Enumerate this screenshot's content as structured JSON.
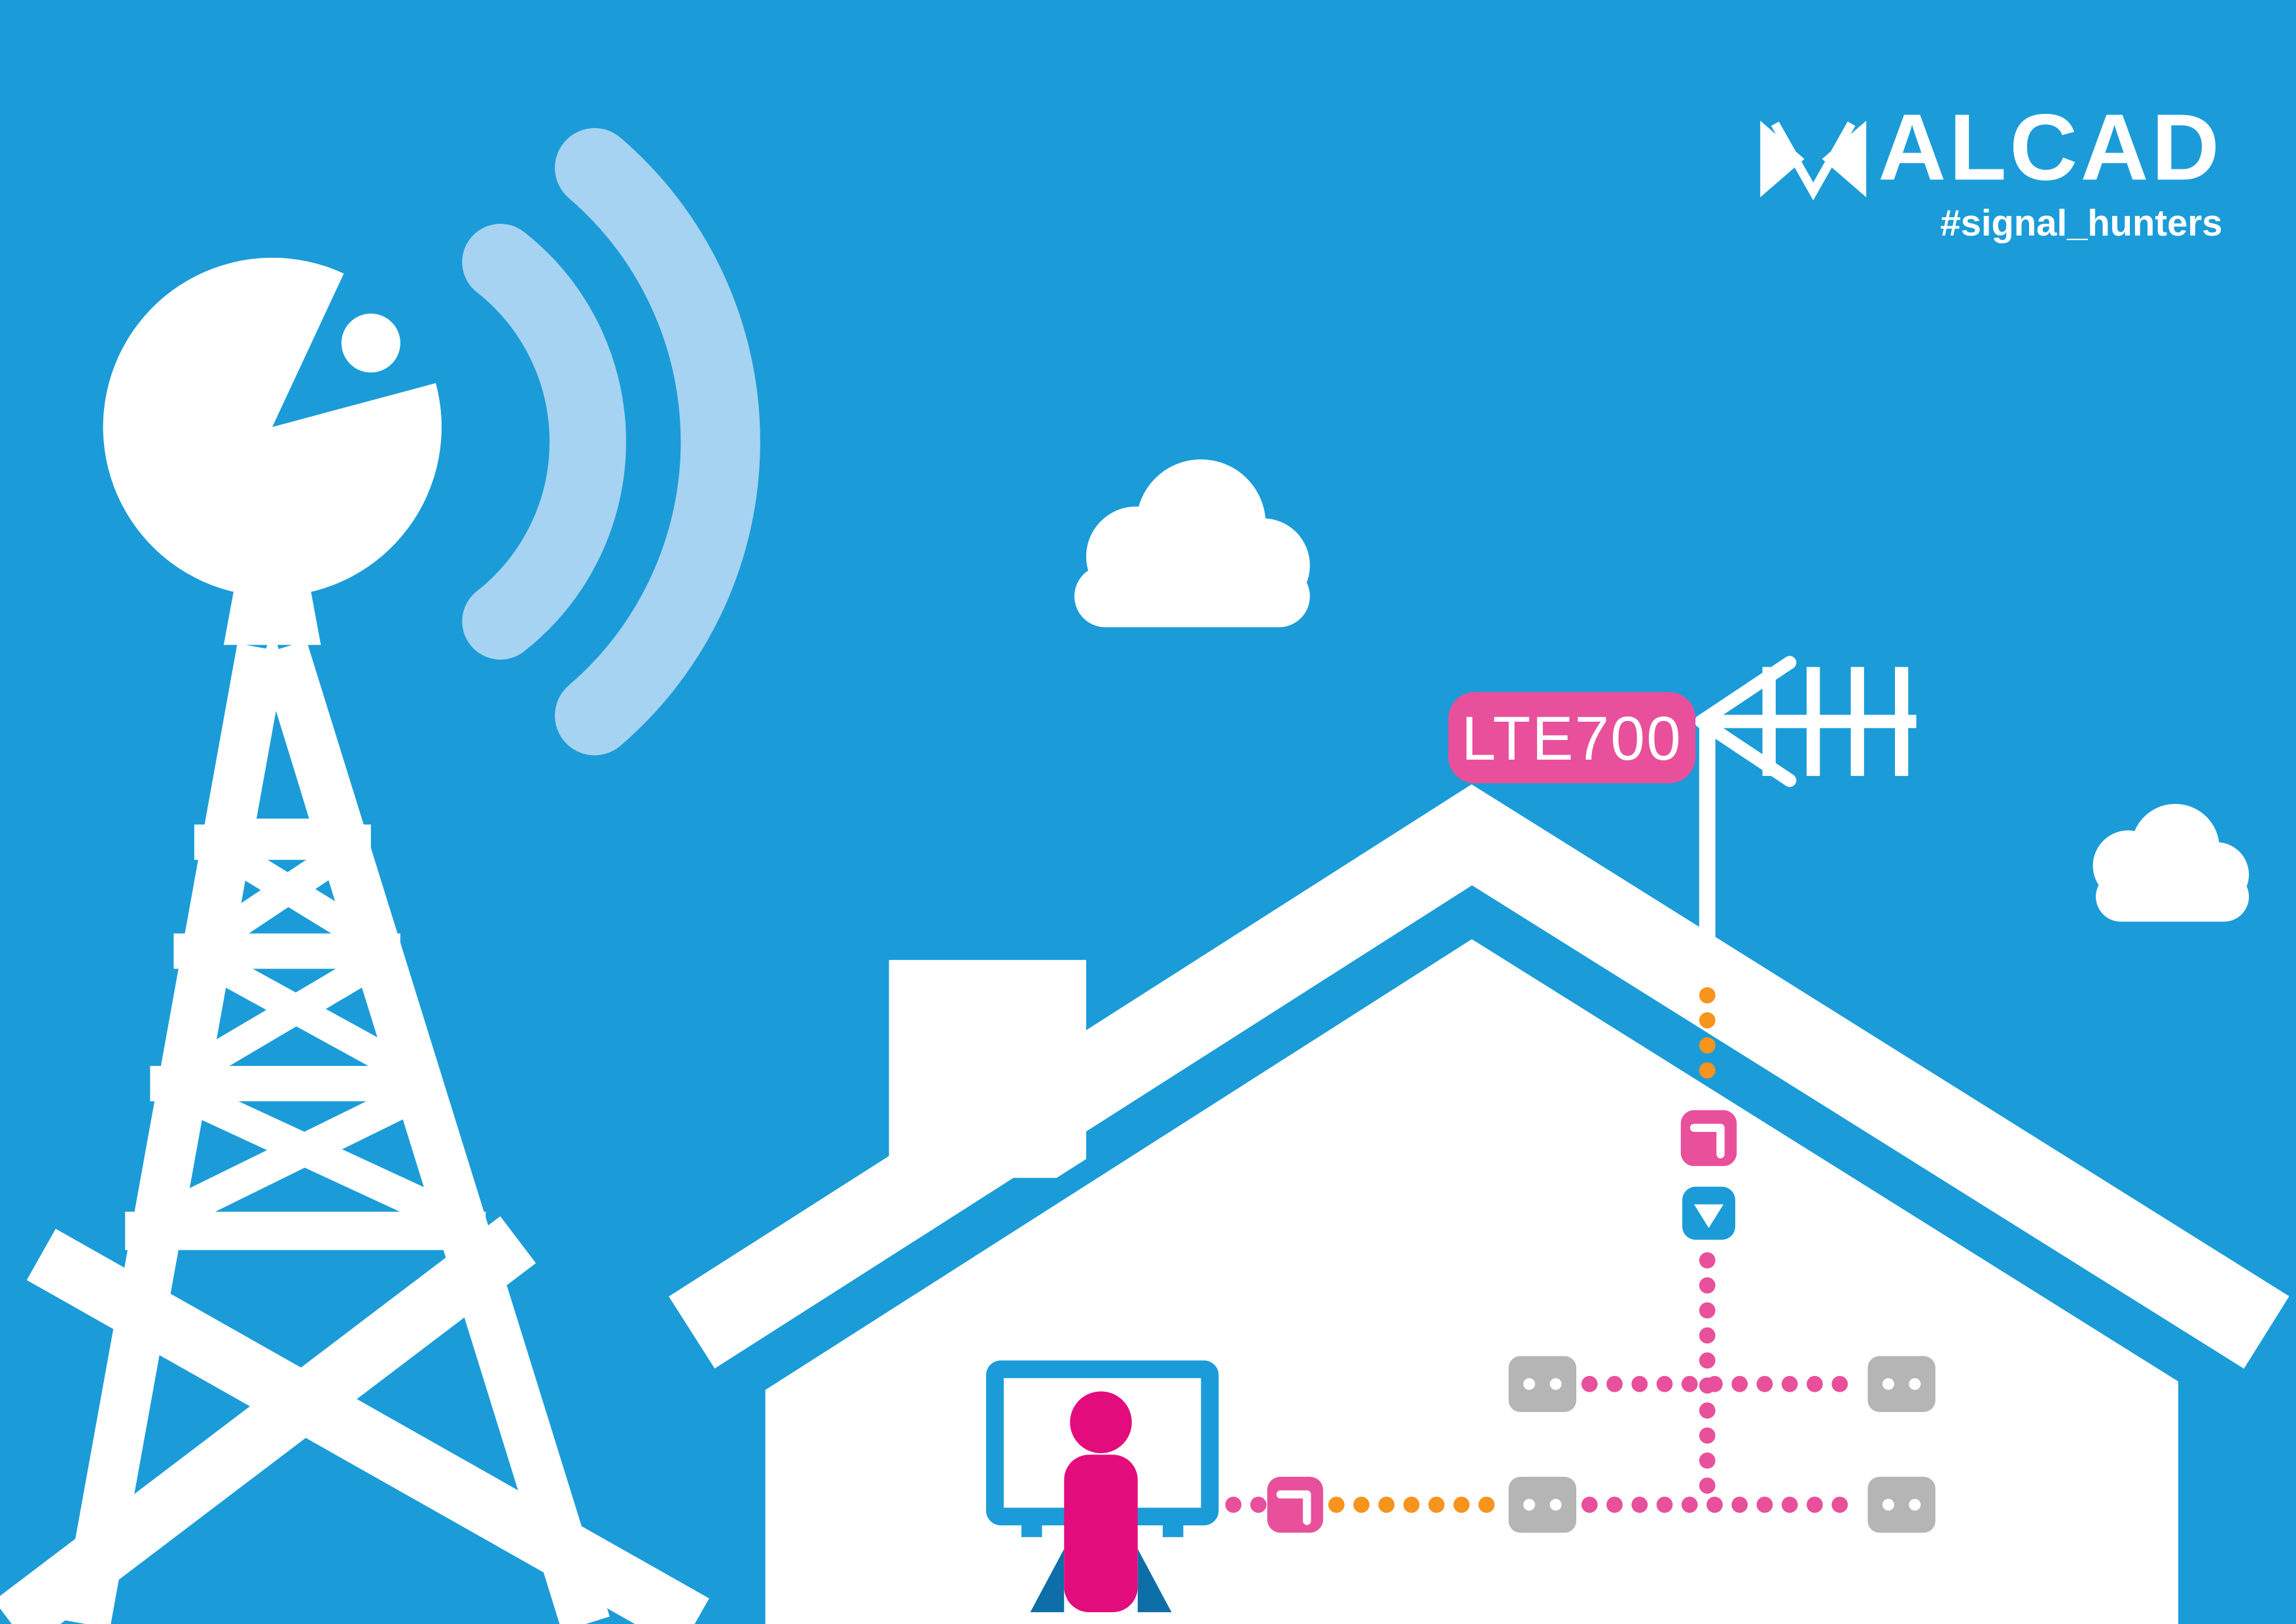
{
  "brand": {
    "name": "ALCAD",
    "tagline": "#signal_hunters"
  },
  "badge": {
    "label": "LTE700"
  },
  "colors": {
    "bg": "#1B9CD8",
    "white": "#FFFFFF",
    "wave": "#A6D3F1",
    "pink": "#E8509B",
    "magenta": "#E30C7C",
    "orange": "#F7941E",
    "gray": "#B5B5B5",
    "navy": "#0E6FA8"
  },
  "icons": {
    "logo_mark": "alcad-antenna-mark",
    "radio_waves": "double-arc",
    "satellite_dish": "dish-with-feed",
    "tv_antenna": "yagi-antenna",
    "lte_filter": "step-filter-glyph",
    "amplifier": "down-triangle",
    "wall_outlet": "two-pin-socket"
  }
}
